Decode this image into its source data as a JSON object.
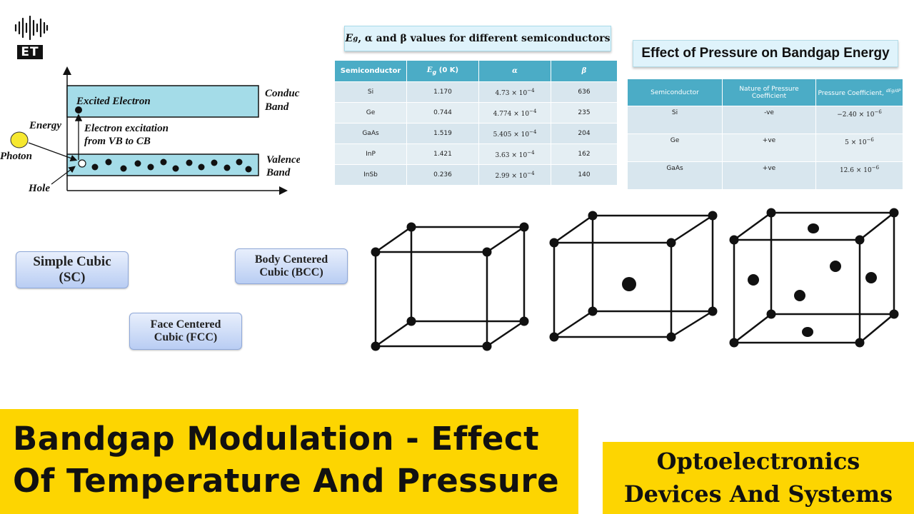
{
  "logo": {
    "text": "ET",
    "icon": "soundwave-icon"
  },
  "band_diagram": {
    "excited_electron": "Excited Electron",
    "conduction_band": "Conduction",
    "conduction_band_2": "Band",
    "energy": "Energy",
    "excitation_1": "Electron excitation",
    "excitation_2": "from VB to CB",
    "photon": "Photon",
    "valence_band": "Valence",
    "valence_band_2": "Band",
    "hole": "Hole",
    "colors": {
      "band_fill": "#a4dce8",
      "photon": "#f6e830"
    }
  },
  "table1": {
    "title_math": "E",
    "title_sub": "g",
    "title_rest": ", α and β values for different semiconductors",
    "headers": [
      "Semiconductor",
      "E",
      "α",
      "β"
    ],
    "header_sub": "g",
    "header_unit": " (0 K)",
    "rows": [
      [
        "Si",
        "1.170",
        "4.73 × 10",
        "636"
      ],
      [
        "Ge",
        "0.744",
        "4.774 × 10",
        "235"
      ],
      [
        "GaAs",
        "1.519",
        "5.405 × 10",
        "204"
      ],
      [
        "InP",
        "1.421",
        "3.63 × 10",
        "162"
      ],
      [
        "InSb",
        "0.236",
        "2.99 × 10",
        "140"
      ]
    ],
    "exponent": "−4"
  },
  "table2": {
    "title": "Effect of Pressure on Bandgap Energy",
    "headers": [
      "Semiconductor",
      "Nature of Pressure Coefficient",
      "Pressure Coefficient, "
    ],
    "header_frac": "dEg/dP",
    "rows": [
      [
        "Si",
        "-ve",
        "−2.40 × 10",
        "−6"
      ],
      [
        "Ge",
        "+ve",
        "5 × 10",
        "−6"
      ],
      [
        "GaAs",
        "+ve",
        "12.6 × 10",
        "−6"
      ]
    ]
  },
  "crystals": {
    "sc": "Simple Cubic\n(SC)",
    "bcc": "Body Centered\nCubic (BCC)",
    "fcc": "Face Centered\nCubic (FCC)"
  },
  "banner_main": {
    "line1": "Bandgap Modulation - Effect",
    "line2": "Of Temperature And Pressure",
    "color": "#fdd501"
  },
  "banner_side": {
    "line1": "Optoelectronics",
    "line2": "Devices And Systems"
  }
}
